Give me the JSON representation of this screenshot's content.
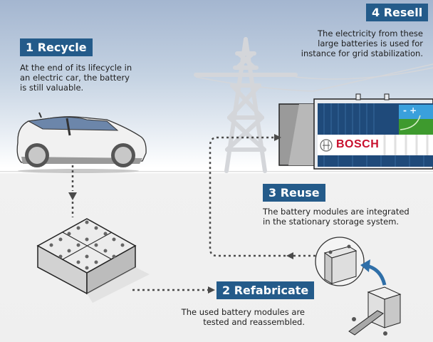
{
  "steps": [
    {
      "number": "1",
      "label": "1 Recycle",
      "lines": [
        "At the end of its lifecycle in",
        "an electric car, the battery",
        "is still valuable."
      ]
    },
    {
      "number": "2",
      "label": "2 Refabricate",
      "lines": [
        "The used battery modules are",
        "tested and reassembled."
      ]
    },
    {
      "number": "3",
      "label": "3 Reuse",
      "lines": [
        "The battery modules are integrated",
        "in the stationary storage system."
      ]
    },
    {
      "number": "4",
      "label": "4 Resell",
      "lines": [
        "The electricity from these",
        "large batteries is used for",
        "instance for grid stabilization."
      ]
    }
  ],
  "storage_container": {
    "brand": "BOSCH",
    "panel_symbols": "- +"
  },
  "illustrations": {
    "car": "electric-car",
    "battery_pack": "battery-pack",
    "battery_module": "battery-module",
    "pylon": "power-pylon",
    "storage": "storage-container"
  },
  "colors": {
    "label_bg": "#245b8a",
    "label_text": "#ffffff",
    "container_blue": "#1f4a7a",
    "bosch_red": "#c8102e",
    "arrow_dots": "#4a4a4a",
    "reuse_arrow": "#2f6fa8"
  }
}
